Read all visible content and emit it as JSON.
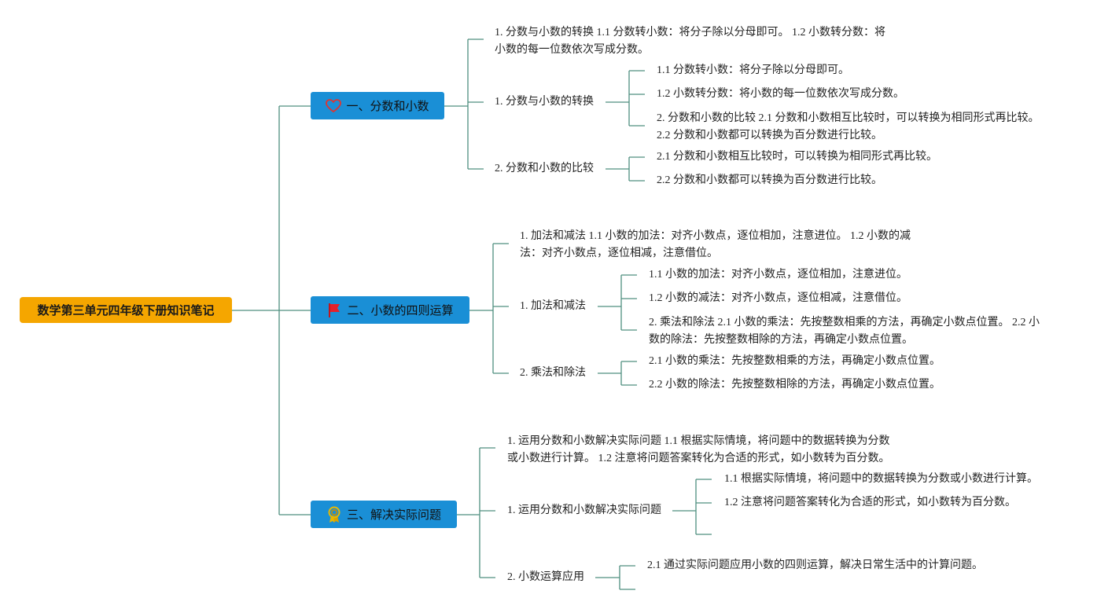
{
  "root": "数学第三单元四年级下册知识笔记",
  "colors": {
    "root": "#f5a600",
    "topic": "#1a8fd6",
    "line": "#4f8f7f"
  },
  "topics": [
    {
      "label": "一、分数和小数",
      "icon": "heart-icon",
      "summary": "1. 分数与小数的转换 1.1 分数转小数：将分子除以分母即可。 1.2 小数转分数：将小数的每一位数依次写成分数。",
      "groups": [
        {
          "label": "1. 分数与小数的转换",
          "items": [
            "1.1 分数转小数：将分子除以分母即可。",
            "1.2 小数转分数：将小数的每一位数依次写成分数。",
            "2. 分数和小数的比较 2.1 分数和小数相互比较时，可以转换为相同形式再比较。 2.2 分数和小数都可以转换为百分数进行比较。"
          ]
        },
        {
          "label": "2. 分数和小数的比较",
          "items": [
            "2.1 分数和小数相互比较时，可以转换为相同形式再比较。",
            "2.2 分数和小数都可以转换为百分数进行比较。"
          ]
        }
      ]
    },
    {
      "label": "二、小数的四则运算",
      "icon": "red-flag-icon",
      "summary": "1. 加法和减法 1.1 小数的加法：对齐小数点，逐位相加，注意进位。 1.2 小数的减法：对齐小数点，逐位相减，注意借位。",
      "groups": [
        {
          "label": "1. 加法和减法",
          "items": [
            "1.1 小数的加法：对齐小数点，逐位相加，注意进位。",
            "1.2 小数的减法：对齐小数点，逐位相减，注意借位。",
            "2. 乘法和除法 2.1 小数的乘法：先按整数相乘的方法，再确定小数点位置。 2.2 小数的除法：先按整数相除的方法，再确定小数点位置。"
          ]
        },
        {
          "label": "2. 乘法和除法",
          "items": [
            "2.1 小数的乘法：先按整数相乘的方法，再确定小数点位置。",
            "2.2 小数的除法：先按整数相除的方法，再确定小数点位置。"
          ]
        }
      ]
    },
    {
      "label": "三、解决实际问题",
      "icon": "award-ribbon-icon",
      "summary": "1. 运用分数和小数解决实际问题 1.1 根据实际情境，将问题中的数据转换为分数或小数进行计算。 1.2 注意将问题答案转化为合适的形式，如小数转为百分数。",
      "groups": [
        {
          "label": "1. 运用分数和小数解决实际问题",
          "items": [
            "1.1 根据实际情境，将问题中的数据转换为分数或小数进行计算。",
            "1.2 注意将问题答案转化为合适的形式，如小数转为百分数。",
            ""
          ]
        },
        {
          "label": "2. 小数运算应用",
          "items": [
            "2.1 通过实际问题应用小数的四则运算，解决日常生活中的计算问题。",
            ""
          ]
        }
      ]
    }
  ]
}
